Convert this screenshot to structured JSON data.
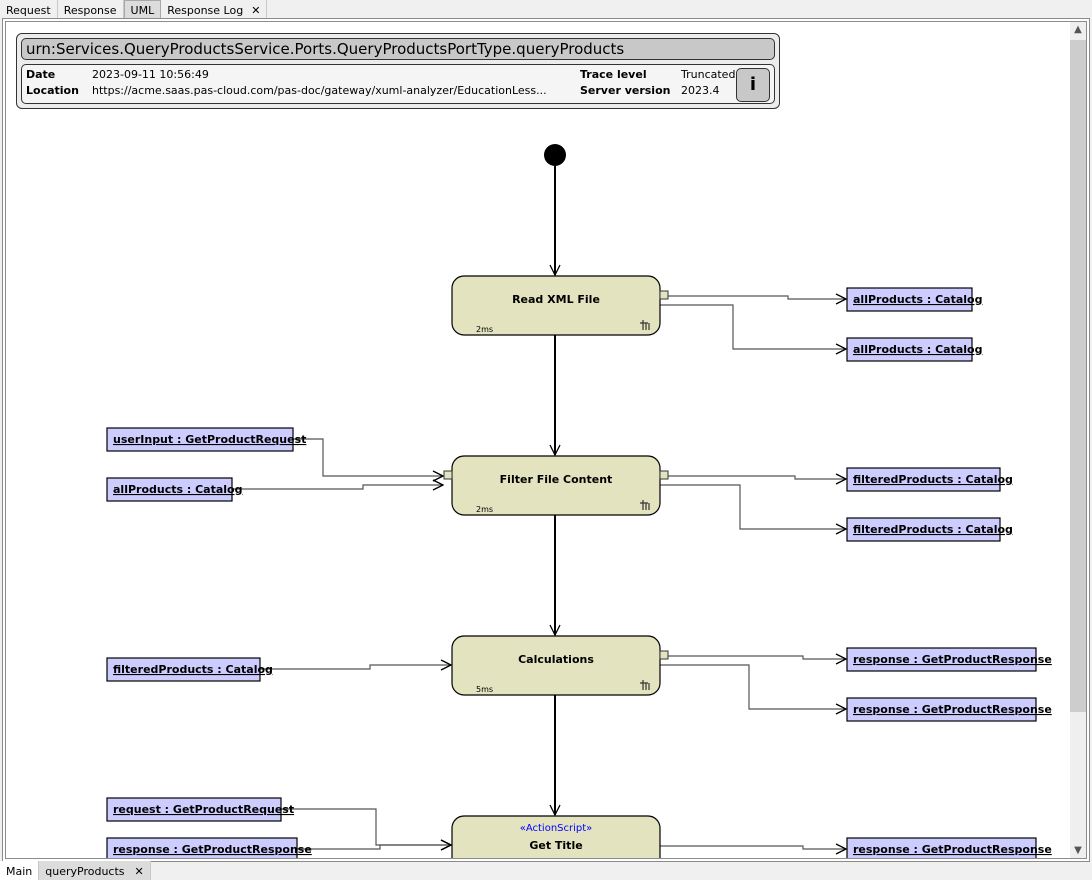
{
  "tabs": [
    {
      "label": "Request"
    },
    {
      "label": "Response"
    },
    {
      "label": "UML"
    },
    {
      "label": "Response Log",
      "close": "✕"
    }
  ],
  "header": {
    "title": "urn:Services.QueryProductsService.Ports.QueryProductsPortType.queryProducts",
    "date_label": "Date",
    "date": "2023-09-11 10:56:49",
    "location_label": "Location",
    "location": "https://acme.saas.pas-cloud.com/pas-doc/gateway/xuml-analyzer/EducationLess...",
    "trace_label": "Trace level",
    "trace": "Truncated",
    "server_label": "Server version",
    "server": "2023.4",
    "info_button": "i"
  },
  "activities": [
    {
      "name": "Read XML File",
      "time": "2ms"
    },
    {
      "name": "Filter File Content",
      "time": "2ms"
    },
    {
      "name": "Calculations",
      "time": "5ms"
    },
    {
      "name": "Get Title",
      "stereotype": "«ActionScript»"
    }
  ],
  "objects": {
    "read_out": [
      "allProducts : Catalog",
      "allProducts : Catalog"
    ],
    "filter_in": [
      "userInput : GetProductRequest",
      "allProducts : Catalog"
    ],
    "filter_out": [
      "filteredProducts : Catalog",
      "filteredProducts : Catalog"
    ],
    "calc_in": [
      "filteredProducts : Catalog"
    ],
    "calc_out": [
      "response : GetProductResponse",
      "response : GetProductResponse"
    ],
    "title_in": [
      "request : GetProductRequest",
      "response : GetProductResponse"
    ],
    "title_out": [
      "response : GetProductResponse"
    ]
  },
  "colors": {
    "activity": "#e3e3c0",
    "object": "#ccccff",
    "stereotype": "#0000ff"
  },
  "bottom_tabs": [
    {
      "label": "Main"
    },
    {
      "label": "queryProducts",
      "close": "✕"
    }
  ]
}
